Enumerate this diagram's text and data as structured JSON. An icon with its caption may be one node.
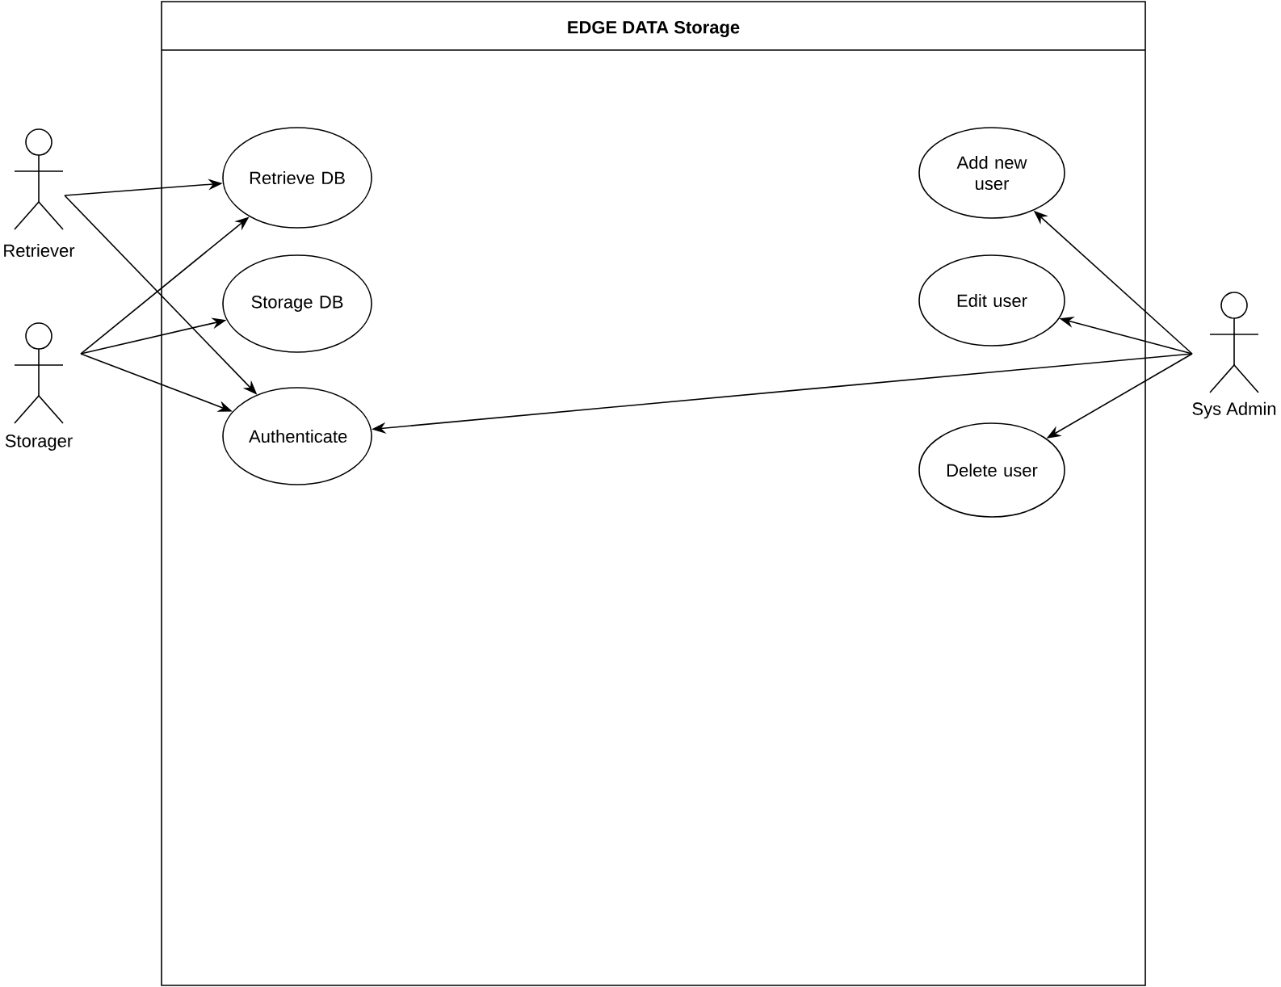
{
  "diagram": {
    "nodes": [
      {
        "text": [
          "EDGE DATA Storage"
        ]
      },
      {
        "text": [
          "Retrieve DB"
        ],
        "in": 0
      },
      {
        "text": [
          "Storage DB"
        ],
        "in": 0
      },
      {
        "text": [
          "Authenticate"
        ],
        "in": 0
      },
      {
        "text": [
          "Add new user"
        ],
        "in": 0
      },
      {
        "text": [
          "Edit user"
        ],
        "in": 0
      },
      {
        "text": [
          "Delete user"
        ],
        "in": 0
      },
      {
        "text": [
          "Retriever"
        ]
      },
      {
        "text": [
          "Storager"
        ]
      },
      {
        "text": [
          "Sys Admin"
        ]
      }
    ],
    "edges": [
      {
        "from": 7,
        "to": 1,
        "arrow": "to"
      },
      {
        "from": 7,
        "to": 3,
        "arrow": "to"
      },
      {
        "from": 8,
        "to": 1,
        "arrow": "to"
      },
      {
        "from": 8,
        "to": 2,
        "arrow": "to"
      },
      {
        "from": 8,
        "to": 3,
        "arrow": "to"
      },
      {
        "from": 9,
        "to": 4,
        "arrow": "to"
      },
      {
        "from": 9,
        "to": 5,
        "arrow": "to"
      },
      {
        "from": 9,
        "to": 3,
        "arrow": "to"
      },
      {
        "from": 9,
        "to": 6,
        "arrow": "to"
      }
    ]
  }
}
